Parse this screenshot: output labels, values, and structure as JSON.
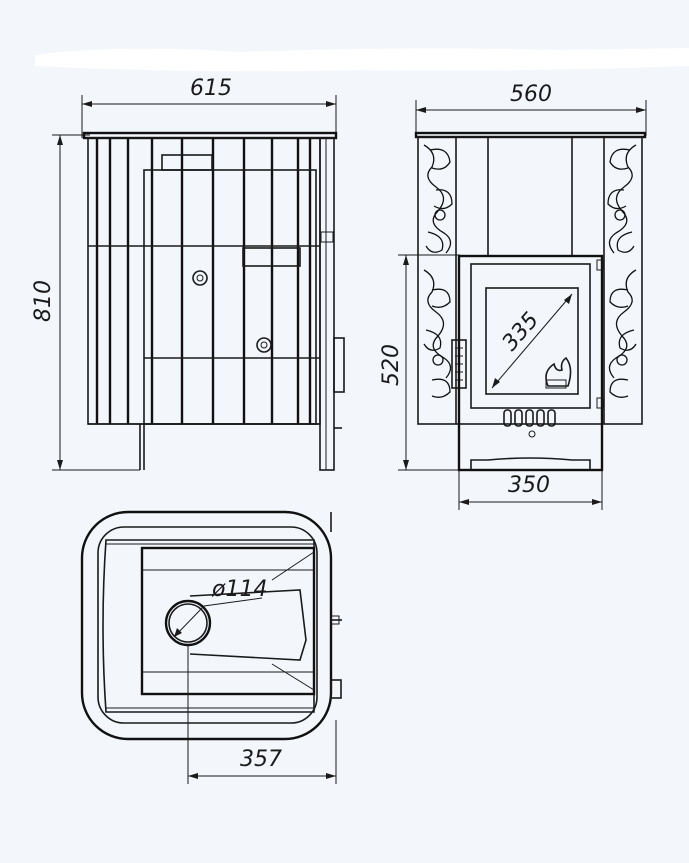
{
  "front_view": {
    "width_label": "615",
    "height_label": "810"
  },
  "side_view": {
    "width_label": "560",
    "door_height_label": "520",
    "door_width_label": "350",
    "glass_diagonal_label": "335"
  },
  "top_view": {
    "flue_diameter_label": "ø114",
    "flue_offset_label": "357"
  },
  "colors": {
    "background": "#f3f7fc",
    "ink": "#1a1a1a"
  }
}
